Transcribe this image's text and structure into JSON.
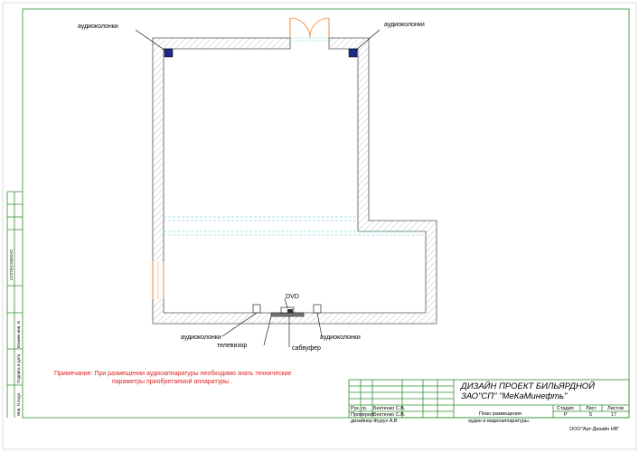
{
  "labels": {
    "speakers_top_left": "аудиоколонки",
    "speakers_top_right": "аудиоколонки",
    "dvd": "DVD",
    "speakers_bottom_left": "аудиоколонки",
    "tv": "телевизор",
    "subwoofer": "сабвуфер",
    "speakers_bottom_right": "аудиоколонки"
  },
  "side_stamp": {
    "agreed": "СОГЛАСОВАНО",
    "replaced_inv": "Взамен инв. N",
    "sign_date": "Подпись и дата",
    "inv_orig": "Инв. N подл."
  },
  "note": {
    "line1": "Примечание: При размещении   аудиоаппаратуры необходимо знать технические",
    "line2": "параметры приобретаемой аппаратуры ."
  },
  "title_block": {
    "project_line1": "ДИЗАЙН ПРОЕКТ БИЛЬЯРДНОЙ",
    "project_line2": "ЗАО\"СП\" \"МеКаМинефть\"",
    "roles": [
      {
        "role": "Рук. гр.",
        "name": "Бектенко С.В."
      },
      {
        "role": "Проверил",
        "name": "Бектенко С.В."
      },
      {
        "role": "дизайнер",
        "name": "Журух А.В"
      }
    ],
    "sheet_title_line1": "План размещения",
    "sheet_title_line2": "аудио и видеоаппаратуры.",
    "stage_header": "Стадия",
    "sheet_header": "Лист",
    "sheets_header": "Листов",
    "stage": "Р",
    "sheet": "5",
    "sheets": "17",
    "company": "ООО\"Арт-Дизайн НВ\""
  },
  "colors": {
    "frame": "#2f8f2f",
    "door": "#f08a3c",
    "glass": "#5ec8d8",
    "speaker": "#1e2a8a",
    "note": "#e02020"
  }
}
